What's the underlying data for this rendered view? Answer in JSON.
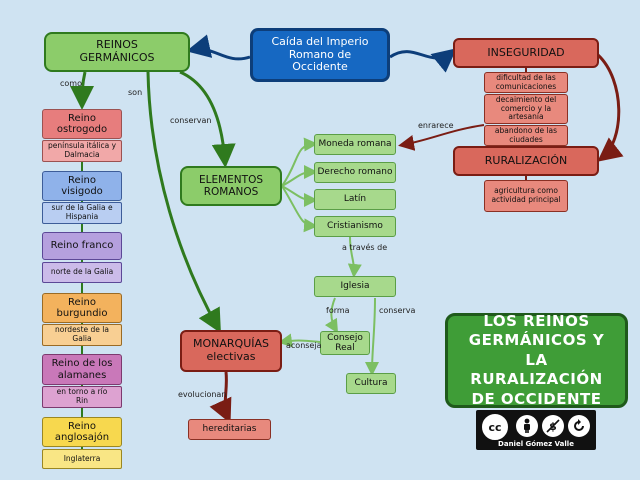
{
  "root": "Caída del Imperio Romano de Occidente",
  "reinos": {
    "title": "REINOS GERMÁNICOS",
    "list": [
      {
        "name": "Reino ostrogodo",
        "place": "península itálica y Dalmacia"
      },
      {
        "name": "Reino visigodo",
        "place": "sur de la Galia e Hispania"
      },
      {
        "name": "Reino franco",
        "place": "norte de la Galia"
      },
      {
        "name": "Reino burgundio",
        "place": "nordeste de la Galia"
      },
      {
        "name": "Reino de los alamanes",
        "place": "en torno a río Rin"
      },
      {
        "name": "Reino anglosajón",
        "place": "Inglaterra"
      }
    ]
  },
  "elementos": {
    "title": "ELEMENTOS ROMANOS",
    "items": [
      "Moneda romana",
      "Derecho romano",
      "Latín",
      "Cristianismo"
    ],
    "iglesia": "Iglesia",
    "consejo": "Consejo Real",
    "cultura": "Cultura"
  },
  "monarquias": {
    "title": "MONARQUÍAS electivas",
    "result": "hereditarias"
  },
  "inseguridad": {
    "title": "INSEGURIDAD",
    "items": [
      "dificultad de las comunicaciones",
      "decaimiento del comercio y la artesanía",
      "abandono de las ciudades"
    ]
  },
  "ruralizacion": {
    "title": "RURALIZACIÓN",
    "item": "agricultura como actividad principal"
  },
  "labels": {
    "como": "como",
    "son": "son",
    "conservan": "conservan",
    "enrarece": "enrarece",
    "atraves": "a través de",
    "forma": "forma",
    "conserva": "conserva",
    "aconseja": "aconseja",
    "evolucionan": "evolucionan"
  },
  "main_title": "LOS REINOS GERMÁNICOS Y LA RURALIZACIÓN DE OCCIDENTE",
  "license": {
    "author": "Daniel Gómez Valle",
    "icons": [
      "cc-icon",
      "by-icon",
      "nc-icon",
      "sa-icon"
    ]
  },
  "colors": {
    "green": "#8ccc6a",
    "blue": "#1668c2",
    "red": "#d9685c",
    "ostrogodo": "#e77d7d",
    "visigodo": "#8fb2ea",
    "franco": "#b5a0de",
    "burgundio": "#f3b25d",
    "alamanes": "#c978b9",
    "anglosajon": "#f7d84e"
  }
}
